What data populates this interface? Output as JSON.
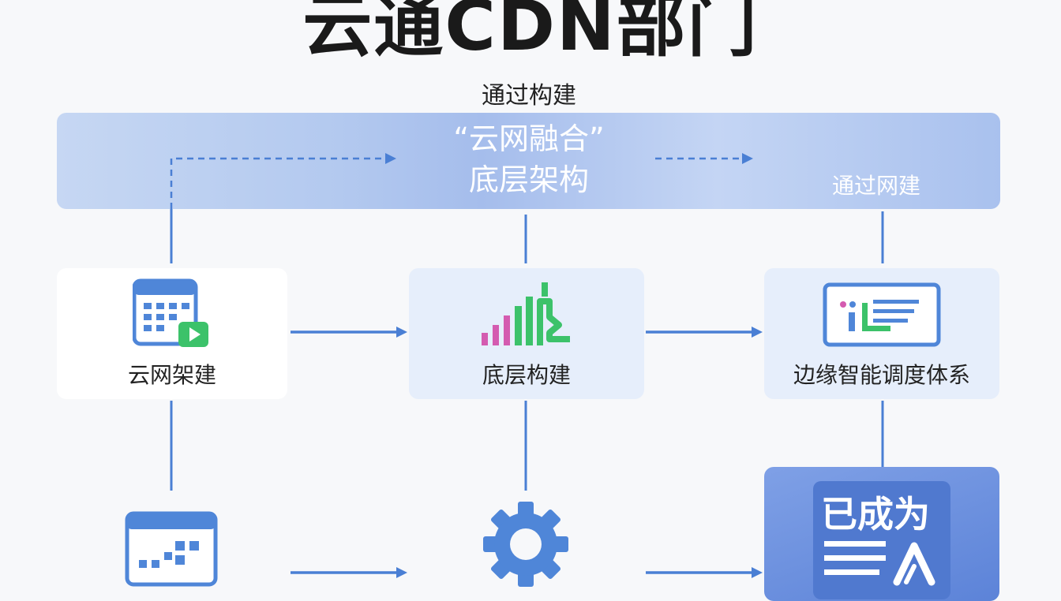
{
  "title": "云通CDN部门",
  "top_label": "通过构建",
  "banner": {
    "main_line1": "“云网融合”",
    "main_line2": "底层架构",
    "right_label": "通过网建"
  },
  "nodes": {
    "cloud_network": {
      "label": "云网架建",
      "icon": "calendar-video-icon"
    },
    "base_build": {
      "label": "底层构建",
      "icon": "bar-chart-growth-icon"
    },
    "edge_dispatch": {
      "label": "边缘智能调度体系",
      "icon": "monitor-dashboard-icon"
    },
    "dashboard": {
      "icon": "browser-window-icon"
    },
    "settings": {
      "icon": "gear-icon"
    },
    "result": {
      "badge": "已成为",
      "icon": "document-logo-icon"
    }
  },
  "colors": {
    "accent_blue": "#4a7fd4",
    "icon_blue": "#4f86d8",
    "icon_green": "#3cc26a",
    "icon_pink": "#d45bb0"
  }
}
